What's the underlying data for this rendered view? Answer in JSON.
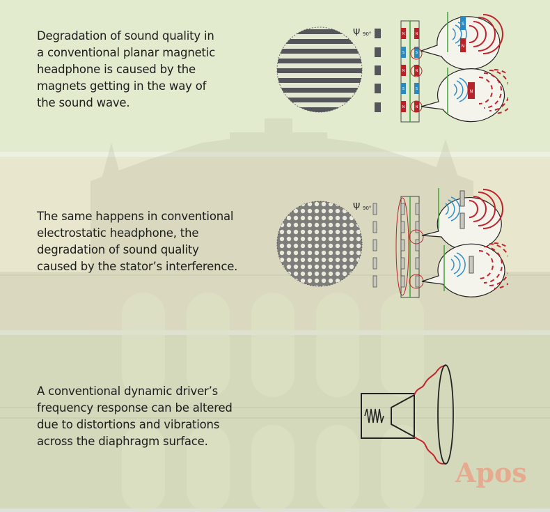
{
  "panels": [
    {
      "lines": [
        "Degradation of sound quality in",
        "a conventional planar magnetic",
        "headphone is caused by the",
        "magnets getting in the way of",
        "the sound wave."
      ],
      "angle_label": "90°",
      "magnet_labels": [
        "N",
        "S",
        "N",
        "S",
        "N"
      ]
    },
    {
      "lines": [
        "The same happens in conventional",
        "electrostatic headphone, the",
        "degradation of sound quality",
        "caused by the stator’s interference."
      ],
      "angle_label": "90°"
    },
    {
      "lines": [
        "A conventional dynamic driver’s",
        "frequency response can be altered",
        "due to distortions and vibrations",
        "across the diaphragm surface."
      ]
    }
  ],
  "logo": "Apos",
  "colors": {
    "magnet_red": "#b8232a",
    "magnet_blue": "#2a8ac0",
    "wave_red": "#c0232b",
    "wave_blue": "#2f8fc8",
    "green_line": "#3fa33a"
  }
}
